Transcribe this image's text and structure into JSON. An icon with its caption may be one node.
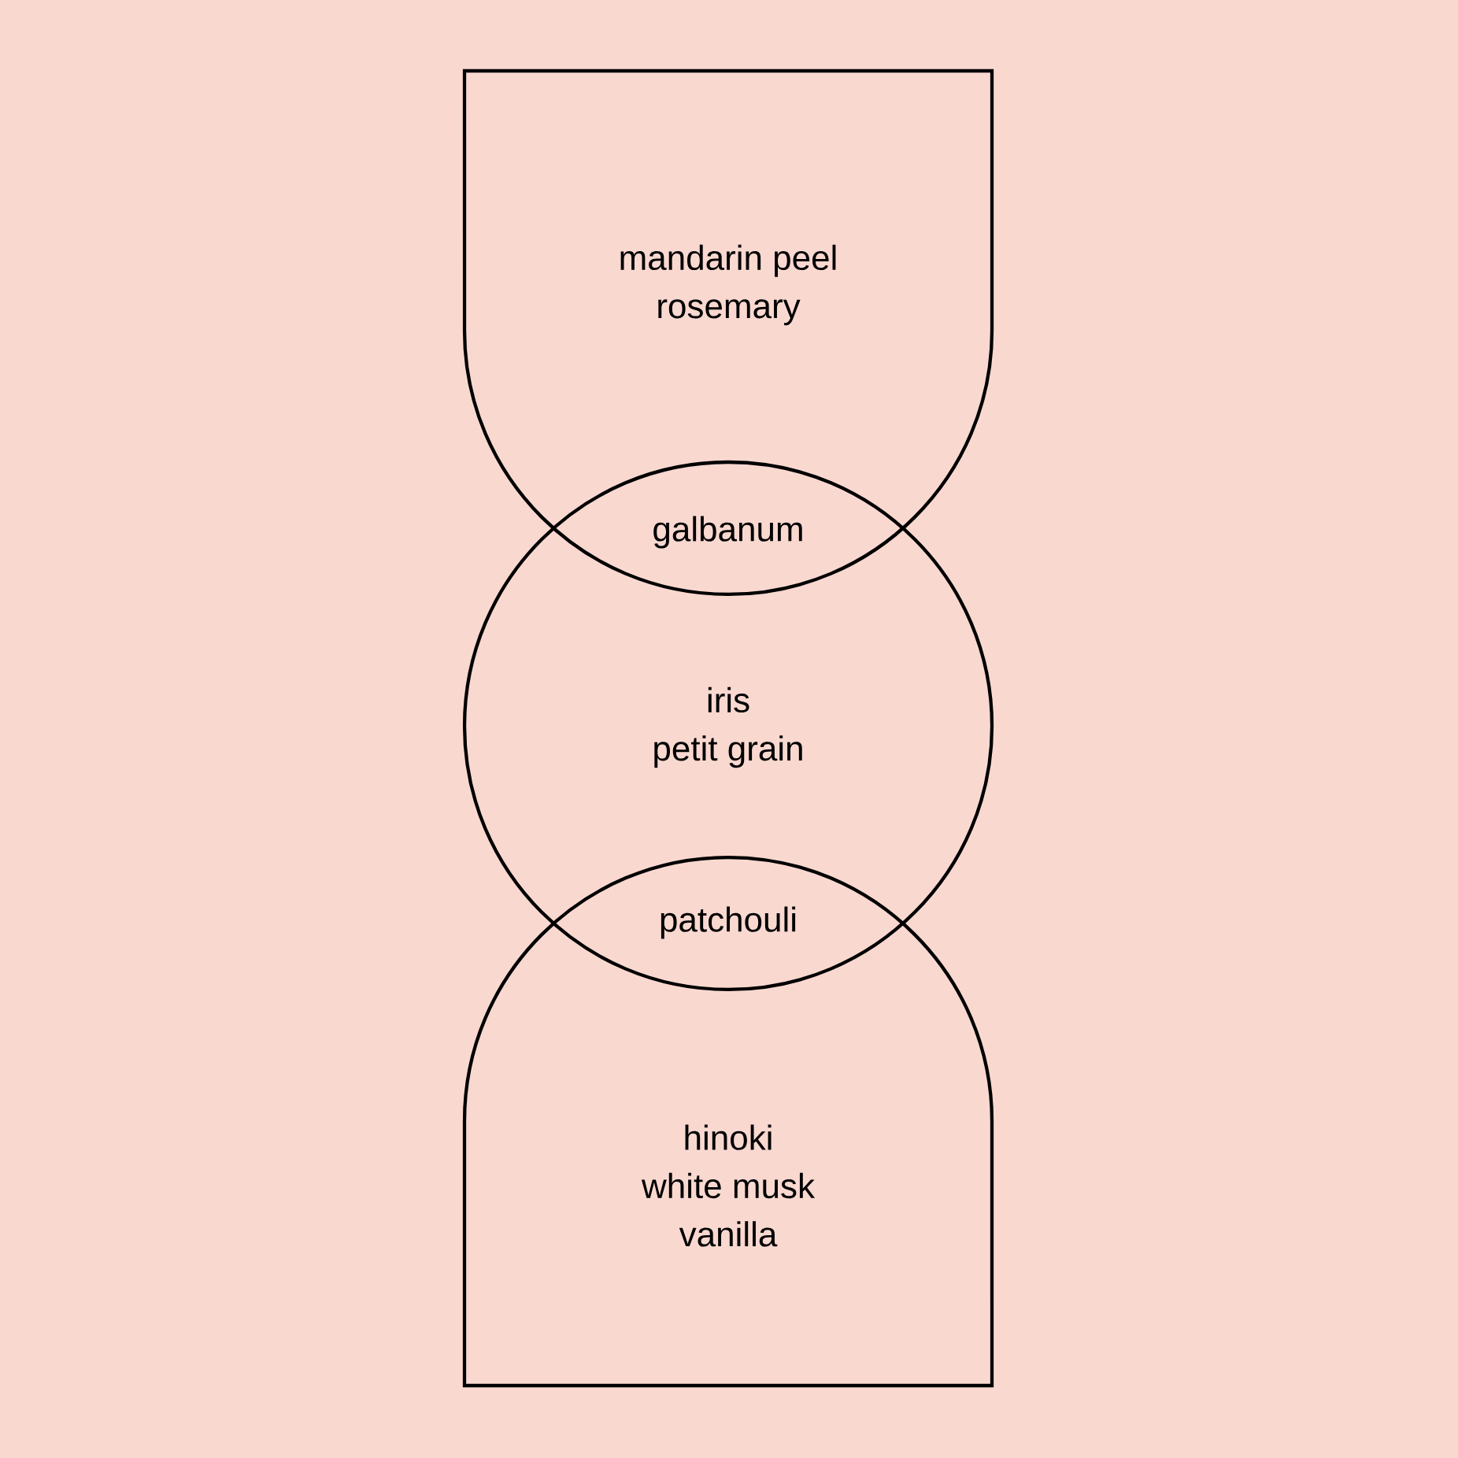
{
  "diagram": {
    "nodes": [
      {
        "text": [
          "mandarin peel",
          "rosemary"
        ]
      },
      {
        "text": [
          "iris",
          "petit grain"
        ]
      },
      {
        "text": [
          "hinoki",
          "white musk",
          "vanilla"
        ]
      }
    ],
    "labels": [
      "galbanum",
      "patchouli"
    ]
  }
}
